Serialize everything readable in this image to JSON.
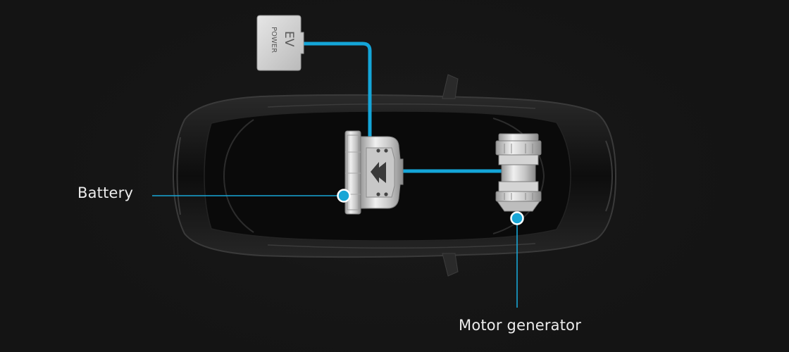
{
  "labels": {
    "battery": "Battery",
    "motor_generator": "Motor generator"
  },
  "ev_power_module": {
    "line1": "EV",
    "line2": "POWER"
  },
  "colors": {
    "background": "#151515",
    "flow_line": "#14a5d8",
    "callout": "#18a6d6",
    "label_text": "#ececec",
    "car_body": "#0c0c0c"
  },
  "icons": {
    "car": "car-top-view",
    "battery": "battery-pack",
    "motor": "motor-generator",
    "ev_power": "ev-power-card"
  }
}
